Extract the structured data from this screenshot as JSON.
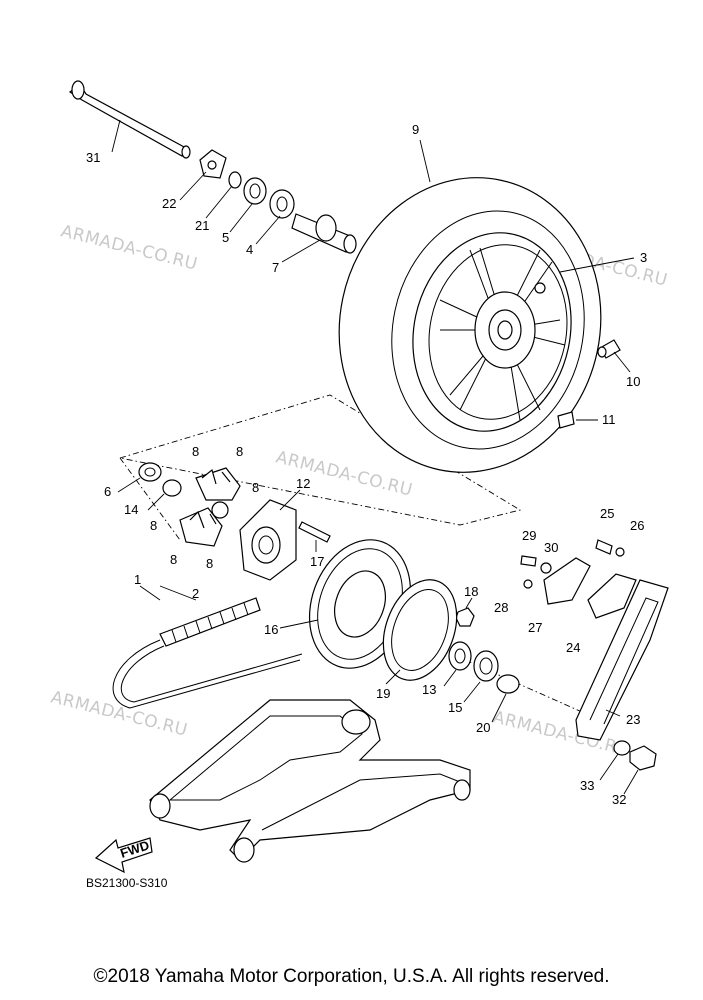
{
  "diagram": {
    "callouts": [
      "31",
      "22",
      "21",
      "5",
      "4",
      "7",
      "9",
      "3",
      "10",
      "11",
      "6",
      "14",
      "8",
      "8",
      "8",
      "8",
      "8",
      "8",
      "12",
      "17",
      "1",
      "2",
      "16",
      "18",
      "19",
      "13",
      "15",
      "20",
      "29",
      "30",
      "25",
      "26",
      "28",
      "27",
      "24",
      "23",
      "33",
      "32"
    ],
    "watermark": "ARMADA-CO.RU",
    "fwd_label": "FWD",
    "diagram_code": "BS21300-S310"
  },
  "footer": {
    "copyright": "©2018 Yamaha Motor Corporation, U.S.A. All rights reserved."
  }
}
